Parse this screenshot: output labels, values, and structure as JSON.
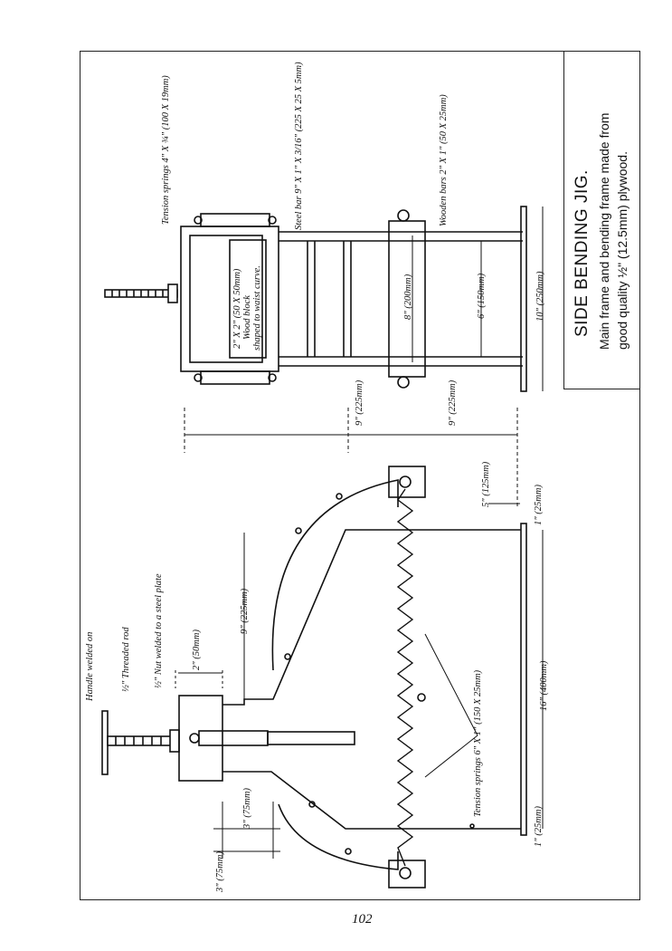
{
  "title": "SIDE BENDING JIG.",
  "description": {
    "line1": "Main frame and bending frame made from",
    "line2": "good quality ½\" (12.5mm) plywood."
  },
  "labels": {
    "handle": "Handle welded on",
    "threaded_rod": "½\" Threaded rod",
    "nut": "½\" Nut welded to a steel plate",
    "tension_springs_top": "Tension springs 4\" X ¾\" (100 X 19mm)",
    "steel_bar": "Steel bar 9\" X 1\" X 3/16\" (225 X 25 X 5mm)",
    "wooden_bars": "Wooden bars 2\" X 1\" (50 X 25mm)",
    "wood_block_1": "2\" X 2\" (50 X 50mm)",
    "wood_block_2": "Wood block",
    "wood_block_3": "shaped to waist curve.",
    "tension_springs_bottom": "Tension springs 6\" X 1\" (150 X 25mm)"
  },
  "dimensions": {
    "d_8in": "8\" (200mm)",
    "d_6in": "6\" (150mm)",
    "d_10in": "10\" (250mm)",
    "d_9in_upper": "9\" (225mm)",
    "d_9in_lower": "9\" (225mm)",
    "d_5in": "5\" (125mm)",
    "d_1in_right": "1\" (25mm)",
    "d_9in_left": "9\" (225mm)",
    "d_2in": "2\" (50mm)",
    "d_16in": "16\" (400mm)",
    "d_1in_left": "1\" (25mm)",
    "d_3in_a": "3\" (75mm)",
    "d_3in_b": "3\" (75mm)"
  },
  "page_number": "102"
}
